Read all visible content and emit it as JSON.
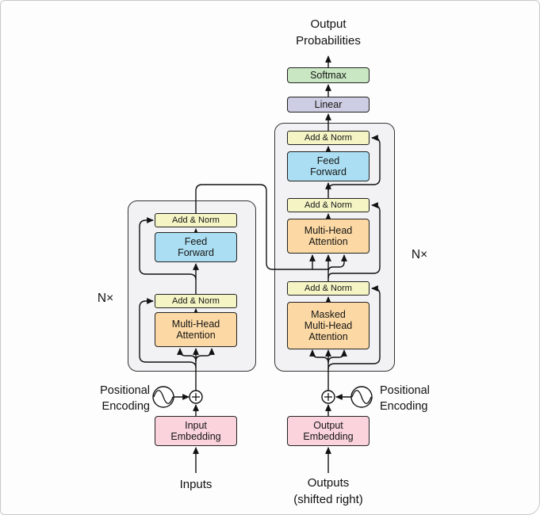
{
  "diagram": {
    "top": {
      "output_probabilities": [
        "Output",
        "Probabilities"
      ]
    },
    "blocks": {
      "softmax": "Softmax",
      "linear": "Linear",
      "add_norm": "Add & Norm",
      "feed_forward": [
        "Feed",
        "Forward"
      ],
      "multi_head_attention": [
        "Multi-Head",
        "Attention"
      ],
      "masked_multi_head_attention": [
        "Masked",
        "Multi-Head",
        "Attention"
      ],
      "input_embedding": [
        "Input",
        "Embedding"
      ],
      "output_embedding": [
        "Output",
        "Embedding"
      ]
    },
    "labels": {
      "n_times_left": "N×",
      "n_times_right": "N×",
      "positional_encoding": [
        "Positional",
        "Encoding"
      ],
      "inputs": "Inputs",
      "outputs": [
        "Outputs",
        "(shifted right)"
      ]
    },
    "colors": {
      "add_norm": "#f4f4c5",
      "feed_forward": "#abdef2",
      "attention": "#fcd9a4",
      "softmax": "#c9e7c2",
      "linear": "#cdcde3",
      "embedding": "#fad3dc",
      "stack_background": "#f2f2f4",
      "stroke": "#111111"
    }
  }
}
